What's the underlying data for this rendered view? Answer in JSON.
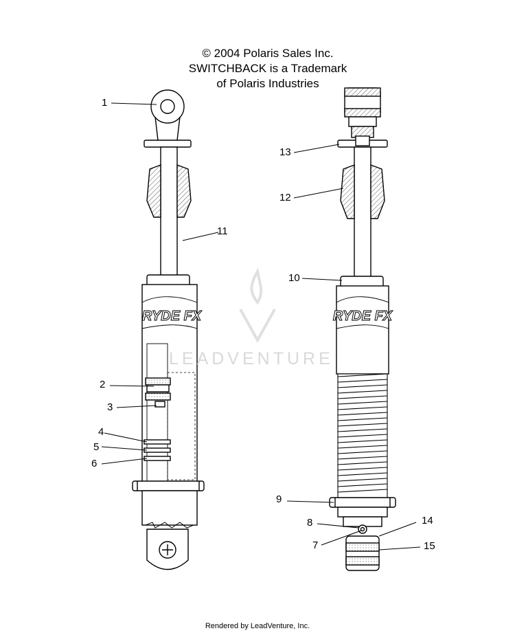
{
  "header": {
    "line1": "© 2004 Polaris Sales Inc.",
    "line2": "SWITCHBACK is a Trademark",
    "line3": "of Polaris Industries"
  },
  "callouts": [
    "1",
    "2",
    "3",
    "4",
    "5",
    "6",
    "7",
    "8",
    "9",
    "10",
    "11",
    "12",
    "13",
    "14",
    "15"
  ],
  "watermark": "LEADVENTURE",
  "footer": "Rendered by LeadVenture, Inc."
}
